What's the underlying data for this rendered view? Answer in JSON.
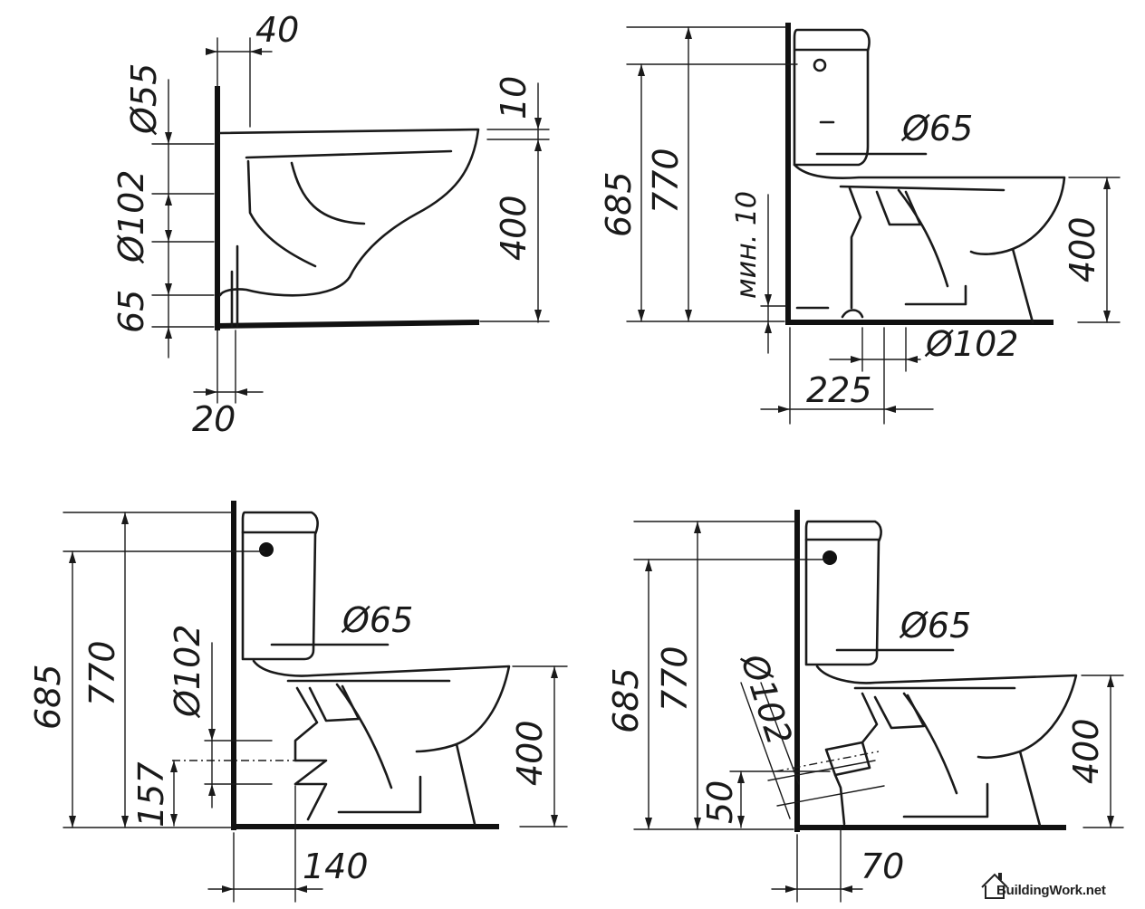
{
  "drawings": {
    "wall_hung": {
      "d55": "Ø55",
      "d40": "40",
      "d10": "10",
      "d102": "Ø102",
      "d400": "400",
      "d65": "65",
      "d20": "20"
    },
    "floor_rear": {
      "d685": "685",
      "d770": "770",
      "d65": "Ø65",
      "d400": "400",
      "dmin10": "мин. 10",
      "d102": "Ø102",
      "d225": "225"
    },
    "floor_horizontal": {
      "d685": "685",
      "d770": "770",
      "d65": "Ø65",
      "d102": "Ø102",
      "d157": "157",
      "d400": "400",
      "d140": "140"
    },
    "floor_oblique": {
      "d685": "685",
      "d770": "770",
      "d65": "Ø65",
      "d102": "Ø102",
      "d50": "50",
      "d400": "400",
      "d70": "70"
    }
  },
  "watermark": {
    "text": "BuildingWork.net",
    "icon": "house-icon"
  }
}
